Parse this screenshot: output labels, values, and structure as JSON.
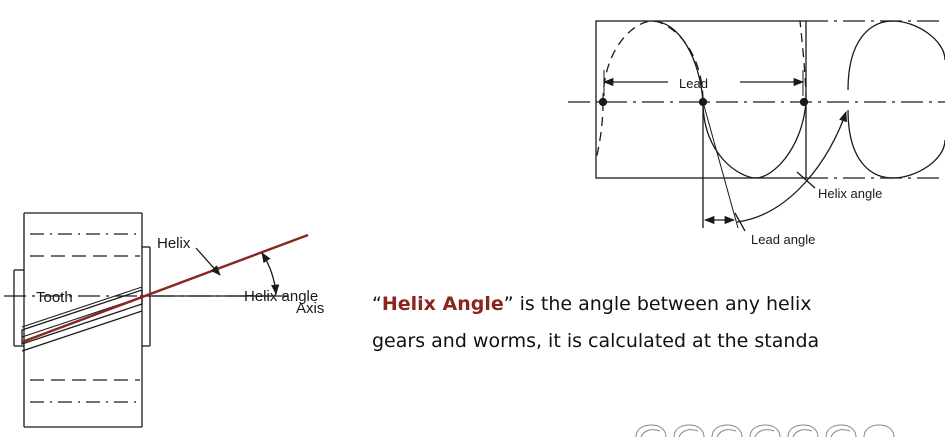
{
  "left_diagram": {
    "tooth": "Tooth",
    "helix": "Helix",
    "helix_angle": "Helix angle",
    "axis": "Axis"
  },
  "right_diagram": {
    "lead": "Lead",
    "helix_angle": "Helix angle",
    "lead_angle": "Lead angle"
  },
  "paragraph": {
    "open_quote": "“",
    "term": "Helix Angle",
    "close_quote": "”",
    "line1_rest": " is the angle between any helix",
    "line2": "gears and worms, it is calculated at the standa"
  },
  "colors": {
    "accent": "#8b2520",
    "line": "#1a1a1a"
  },
  "icons": [
    "worm-thread-pattern"
  ]
}
